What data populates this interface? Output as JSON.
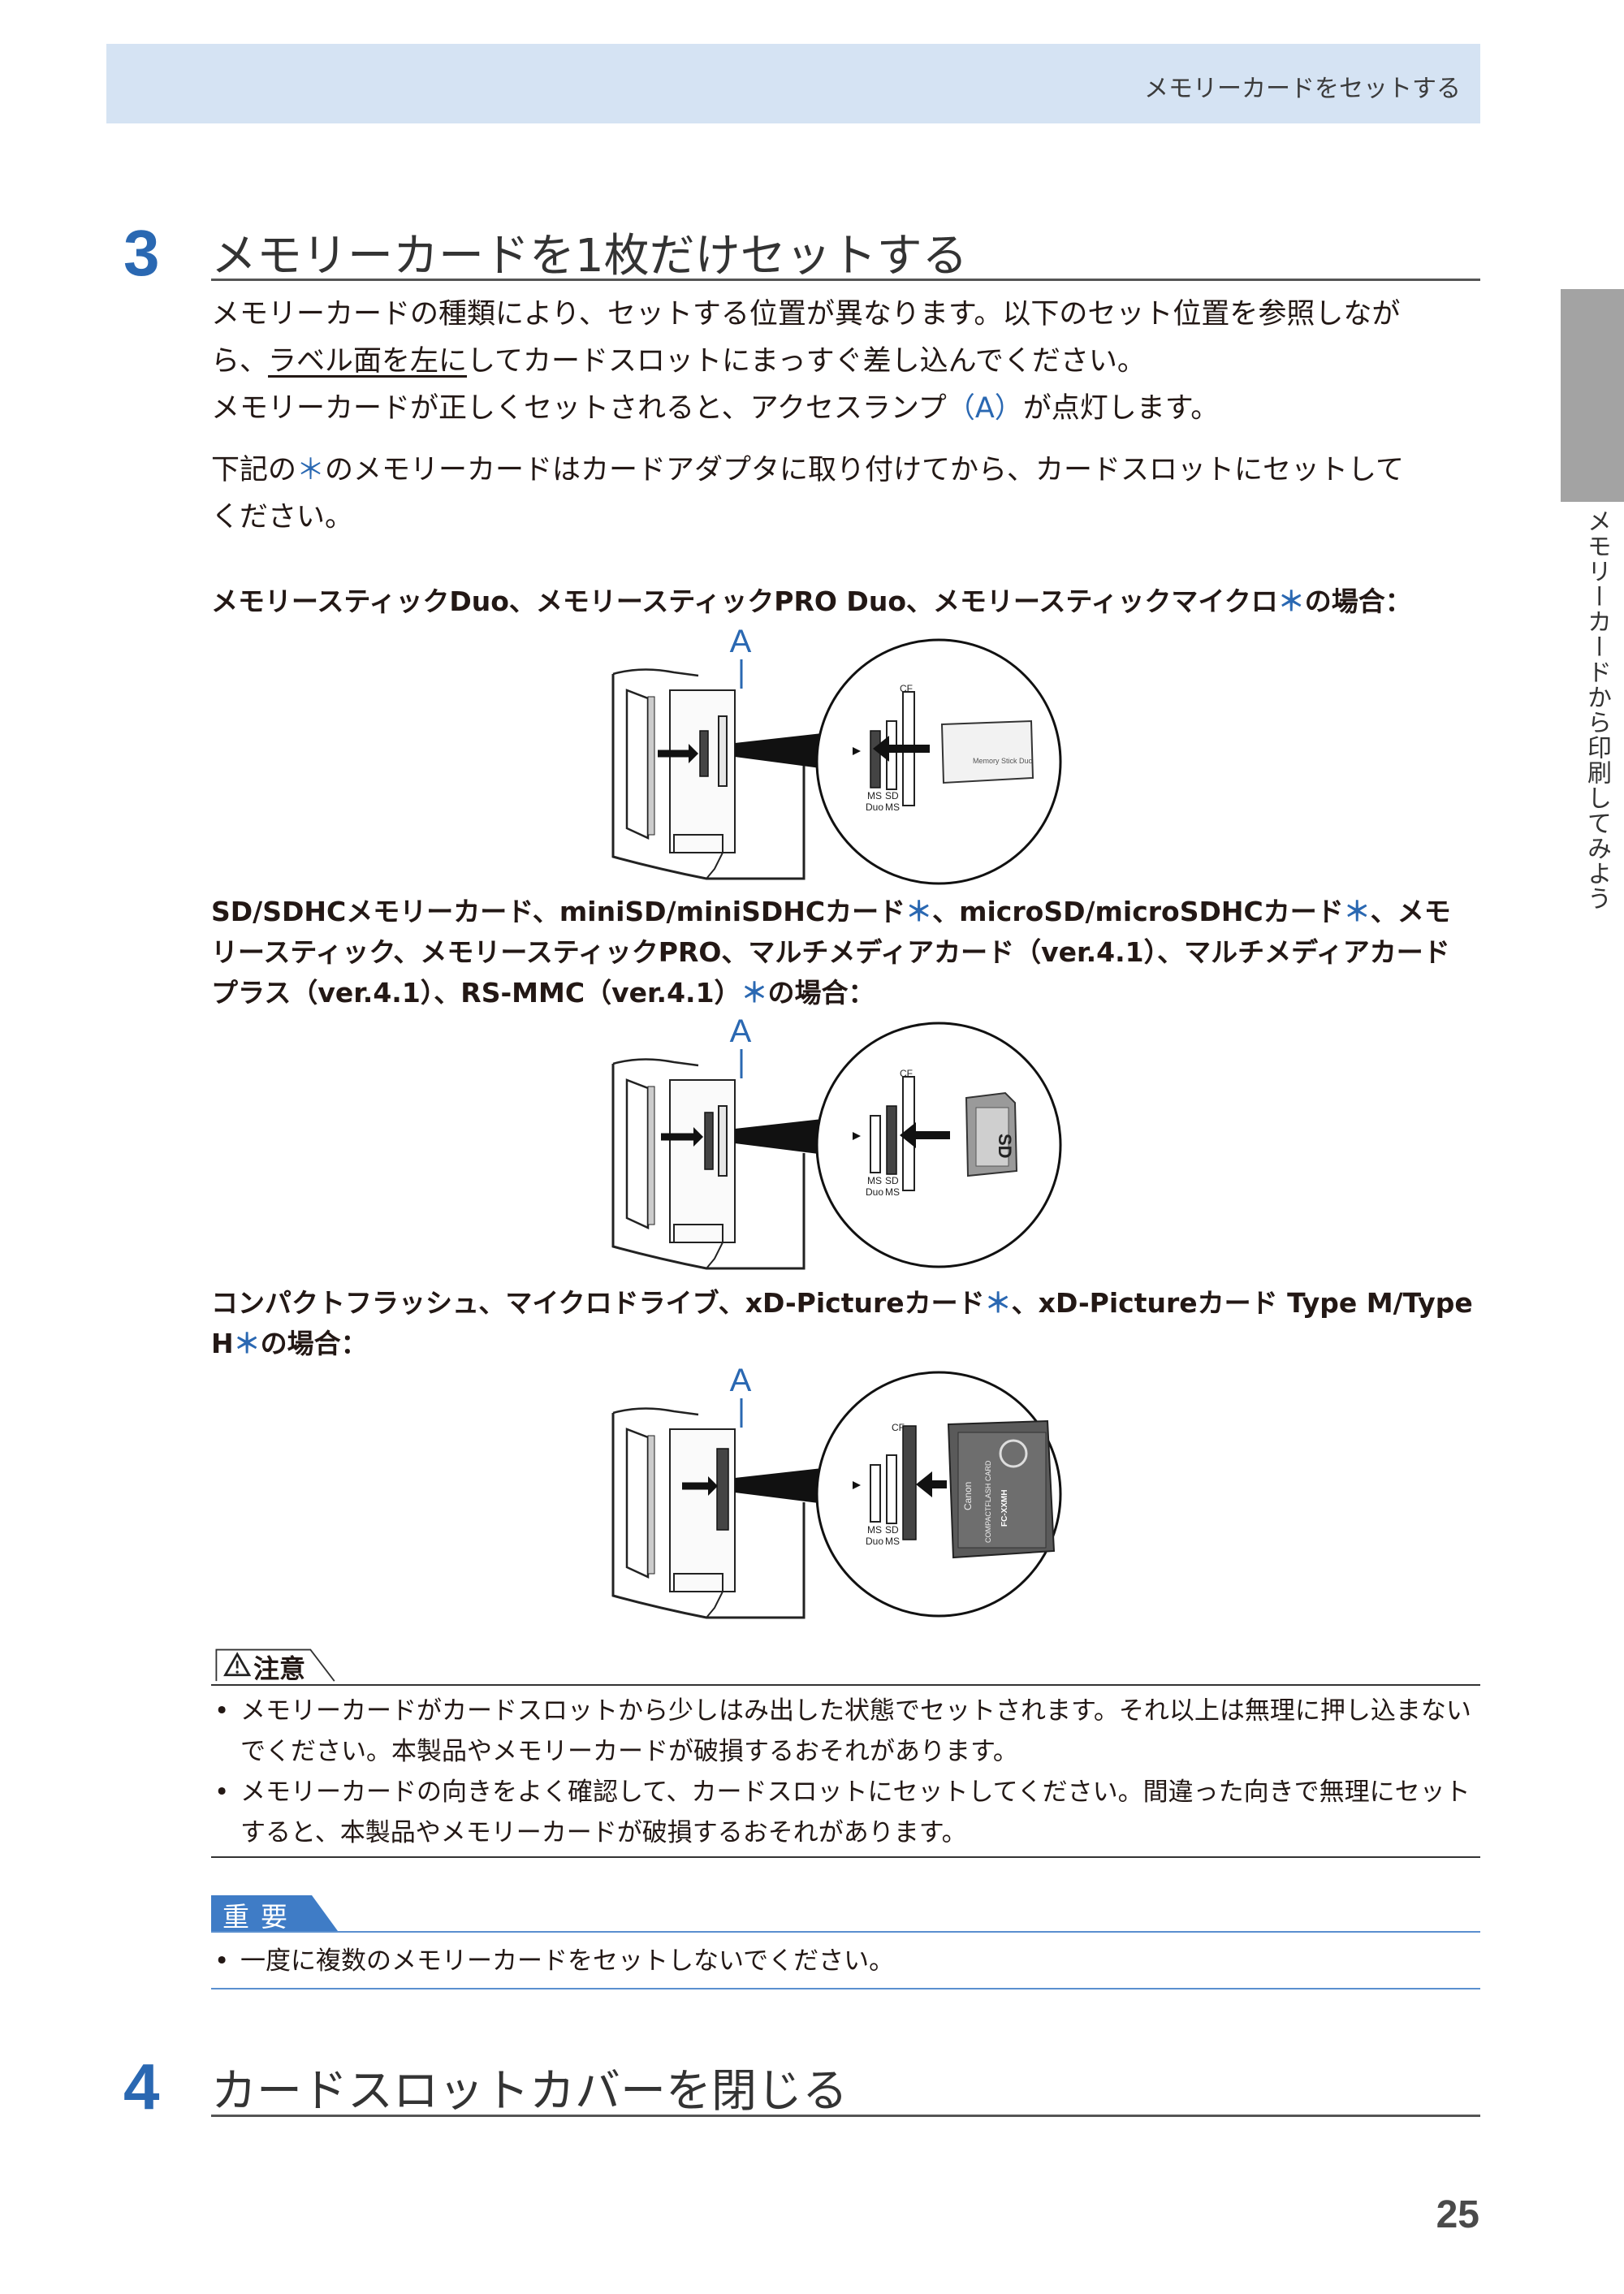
{
  "header": {
    "title": "メモリーカードをセットする"
  },
  "side_tab": {
    "label": "メモリーカードから印刷してみよう"
  },
  "step3": {
    "number": "3",
    "title": "メモリーカードを1枚だけセットする",
    "para1_a": "メモリーカードの種類により、セットする位置が異なります。以下のセット位置を参照しなが",
    "para1_b_pre": "ら、",
    "para1_b_underline": "ラベル面を左に",
    "para1_b_post": "してカードスロットにまっすぐ差し込んでください。",
    "para2_pre": "メモリーカードが正しくセットされると、アクセスランプ",
    "para2_blue": "（A）",
    "para2_post": "が点灯します。",
    "para3_pre": "下記の",
    "asterisk": "＊",
    "para3_post": "のメモリーカードはカードアダプタに取り付けてから、カードスロットにセットして",
    "para3_line2": "ください。"
  },
  "group1": {
    "heading_pre": "メモリースティックDuo、メモリースティックPRO Duo、メモリースティックマイクロ",
    "heading_post": "の場合："
  },
  "group2": {
    "heading_line1_a": "SD/SDHCメモリーカード、miniSD/miniSDHCカード",
    "heading_line1_b": "、microSD/microSDHCカード",
    "heading_line1_c": "、メモ",
    "heading_line2": "リースティック、メモリースティックPRO、マルチメディアカード（ver.4.1）、マルチメディアカード",
    "heading_line3_a": "プラス（ver.4.1）、RS-MMC（ver.4.1）",
    "heading_line3_b": "の場合："
  },
  "group3": {
    "heading_line1_a": "コンパクトフラッシュ、マイクロドライブ、xD-Pictureカード",
    "heading_line1_b": "、xD-Pictureカード Type M/Type",
    "heading_line2_a": "H",
    "heading_line2_b": "の場合："
  },
  "figure": {
    "lamp_label": "A",
    "slot_cf": "CF",
    "slot_ms": "MS",
    "slot_sd": "SD",
    "slot_duo": "Duo",
    "card_ms_duo_label": "Memory Stick Duo",
    "card_sd_label": "SD",
    "card_cf_brand": "Canon",
    "card_cf_type": "COMPACTFLASH CARD",
    "card_cf_model": "FC-XXMH"
  },
  "caution": {
    "label": "注意",
    "items": [
      "メモリーカードがカードスロットから少しはみ出した状態でセットされます。それ以上は無理に押し込まない",
      "でください。本製品やメモリーカードが破損するおそれがあります。",
      "メモリーカードの向きをよく確認して、カードスロットにセットしてください。間違った向きで無理にセット",
      "すると、本製品やメモリーカードが破損するおそれがあります。"
    ]
  },
  "important": {
    "label": "重要",
    "items": [
      "一度に複数のメモリーカードをセットしないでください。"
    ]
  },
  "step4": {
    "number": "4",
    "title": "カードスロットカバーを閉じる"
  },
  "page_number": "25",
  "colors": {
    "accent_blue": "#2a68b2",
    "header_band": "#d5e3f3",
    "side_tab": "#a3a3a3"
  }
}
